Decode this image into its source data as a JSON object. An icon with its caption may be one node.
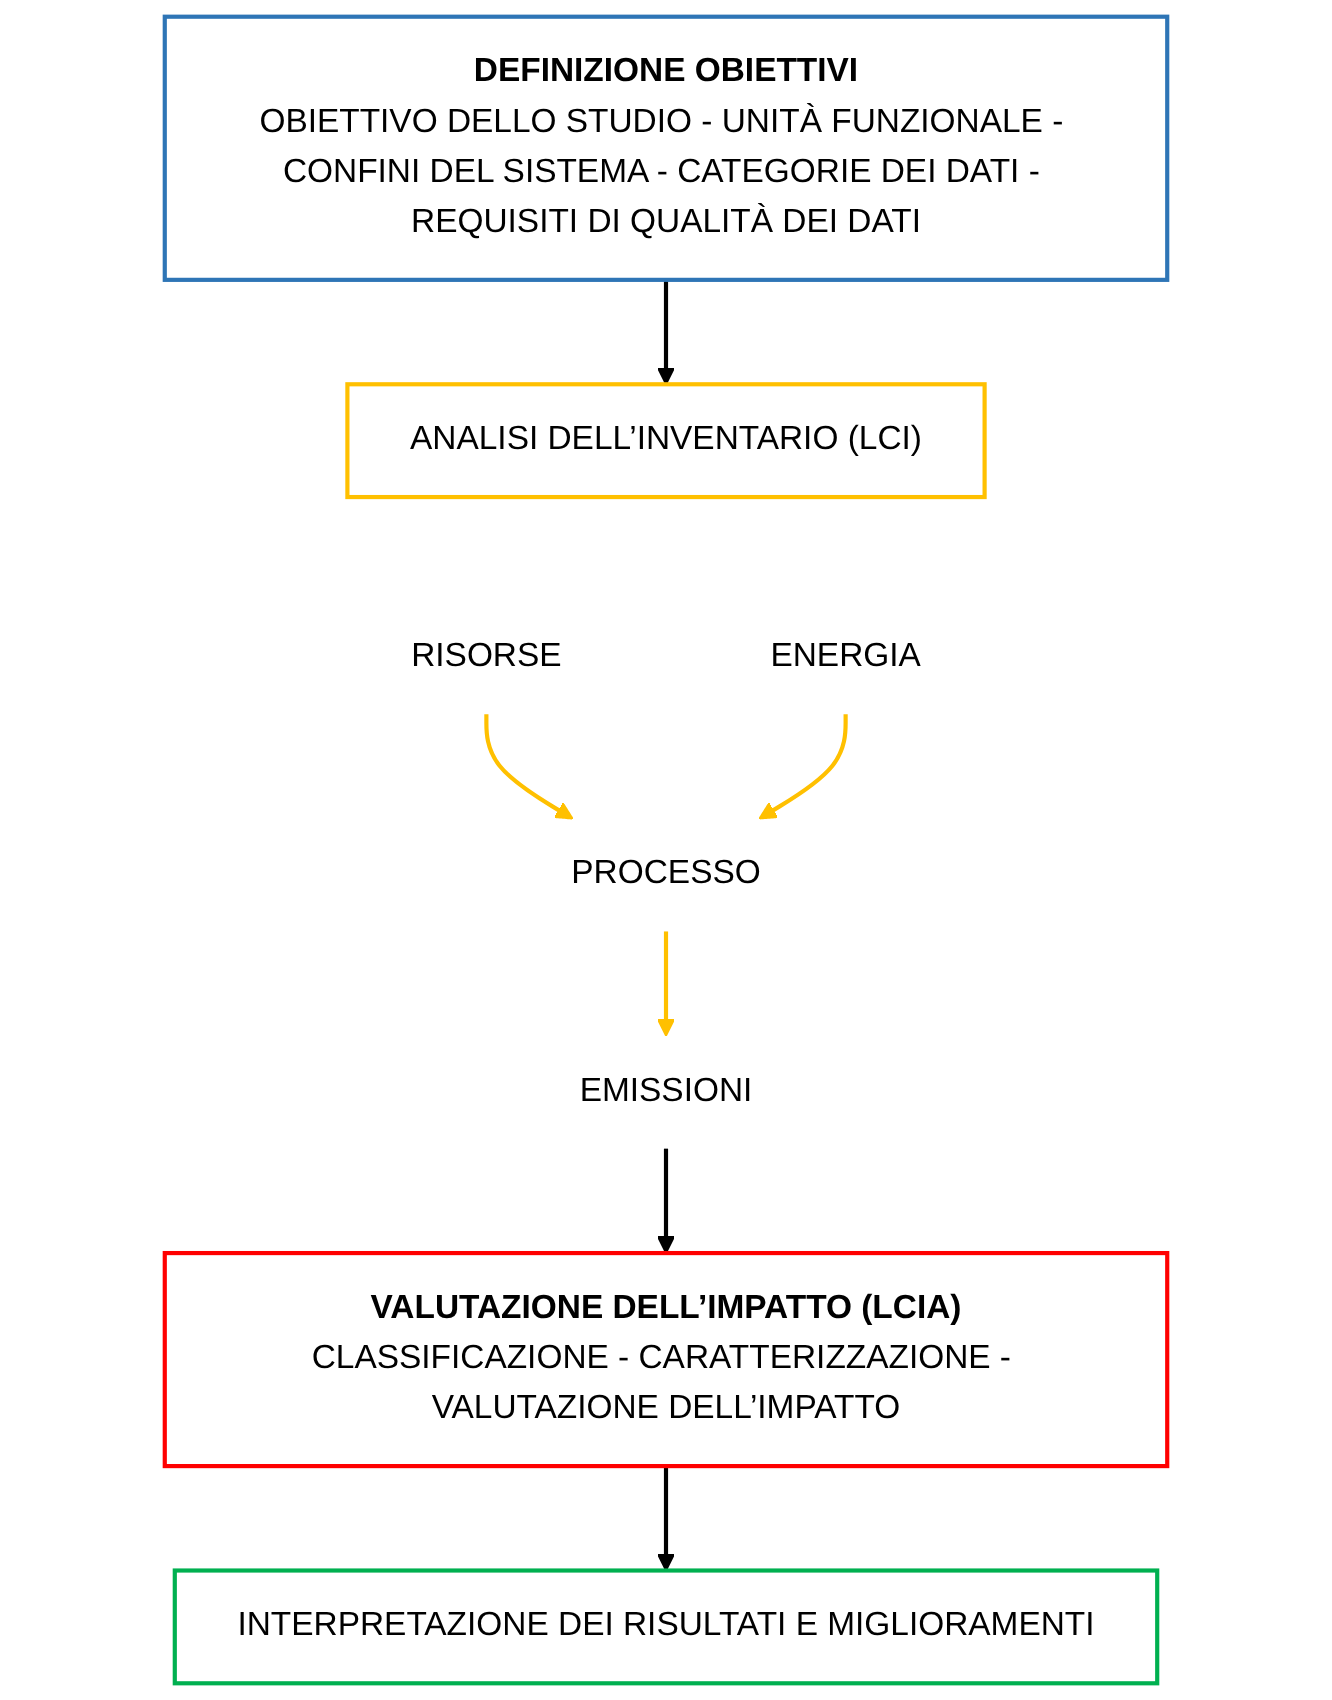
{
  "diagram": {
    "nodes": [
      {
        "text": [
          "DEFINIZIONE OBIETTIVI",
          "OBIETTIVO DELLO STUDIO - UNITÀ FUNZIONALE - CONFINI DEL SISTEMA - CATEGORIE DEI DATI - REQUISITI DI QUALITÀ DEI DATI"
        ]
      },
      {
        "text": [
          "ANALISI DELL’INVENTARIO (LCI)"
        ]
      },
      {
        "text": [
          "RISORSE"
        ]
      },
      {
        "text": [
          "PROCESSO"
        ]
      },
      {
        "text": [
          "ENERGIA"
        ]
      },
      {
        "text": [
          "EMISSIONI"
        ]
      },
      {
        "text": [
          "VALUTAZIONE DELL’IMPATTO (LCIA)",
          "CLASSIFICAZIONE - CARATTERIZZAZIONE - VALUTAZIONE DELL’IMPATTO"
        ]
      },
      {
        "text": [
          "INTERPRETAZIONE DEI RISULTATI E MIGLIORAMENTI"
        ]
      }
    ],
    "edges": [
      {
        "from": 0,
        "to": 1,
        "arrow": "to"
      },
      {
        "from": 2,
        "to": 3,
        "arrow": "to",
        "color": "#ffc000"
      },
      {
        "from": 4,
        "to": 3,
        "arrow": "to",
        "color": "#ffc000"
      },
      {
        "from": 3,
        "to": 5,
        "arrow": "to",
        "color": "#ffc000"
      },
      {
        "from": 5,
        "to": 6,
        "arrow": "to"
      },
      {
        "from": 6,
        "to": 7,
        "arrow": "to"
      }
    ]
  }
}
